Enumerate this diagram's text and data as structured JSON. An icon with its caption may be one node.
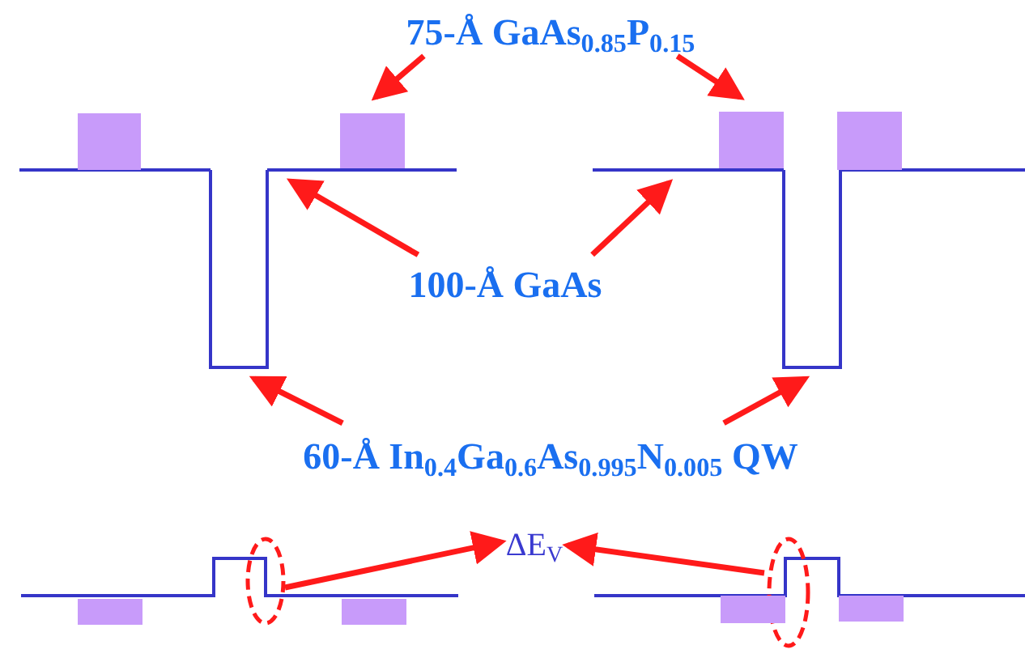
{
  "diagram": {
    "nodes": [
      {
        "text": [
          "75-Å GaAs$_{0.85}$P$_{0.15}$"
        ]
      },
      {
        "text": [],
        "shape": "box"
      },
      {
        "text": [],
        "shape": "box"
      },
      {
        "text": [],
        "shape": "box"
      },
      {
        "text": [],
        "shape": "box"
      },
      {
        "text": [],
        "shape": "line"
      },
      {
        "text": [],
        "shape": "line"
      },
      {
        "text": [
          "100-Å GaAs"
        ]
      },
      {
        "text": [],
        "shape": "line"
      },
      {
        "text": [],
        "shape": "line"
      },
      {
        "text": [
          "60-Å In$_{0.4}$Ga$_{0.6}$As$_{0.995}$N$_{0.005}$ QW"
        ]
      },
      {
        "text": [
          "ΔE$_{V}$"
        ]
      },
      {
        "text": [],
        "shape": "ellipse"
      },
      {
        "text": [],
        "shape": "ellipse"
      },
      {
        "text": [],
        "shape": "box"
      },
      {
        "text": [],
        "shape": "box"
      },
      {
        "text": [],
        "shape": "box"
      },
      {
        "text": [],
        "shape": "box"
      }
    ],
    "edges": [
      {
        "from": 0,
        "to": 2,
        "arrow": "to"
      },
      {
        "from": 0,
        "to": 3,
        "arrow": "to"
      },
      {
        "from": 7,
        "to": 5,
        "arrow": "to"
      },
      {
        "from": 7,
        "to": 6,
        "arrow": "to"
      },
      {
        "from": 10,
        "to": 8,
        "arrow": "to"
      },
      {
        "from": 10,
        "to": 9,
        "arrow": "to"
      },
      {
        "from": 12,
        "to": 11,
        "arrow": "to"
      },
      {
        "from": 13,
        "to": 11,
        "arrow": "to"
      }
    ]
  }
}
